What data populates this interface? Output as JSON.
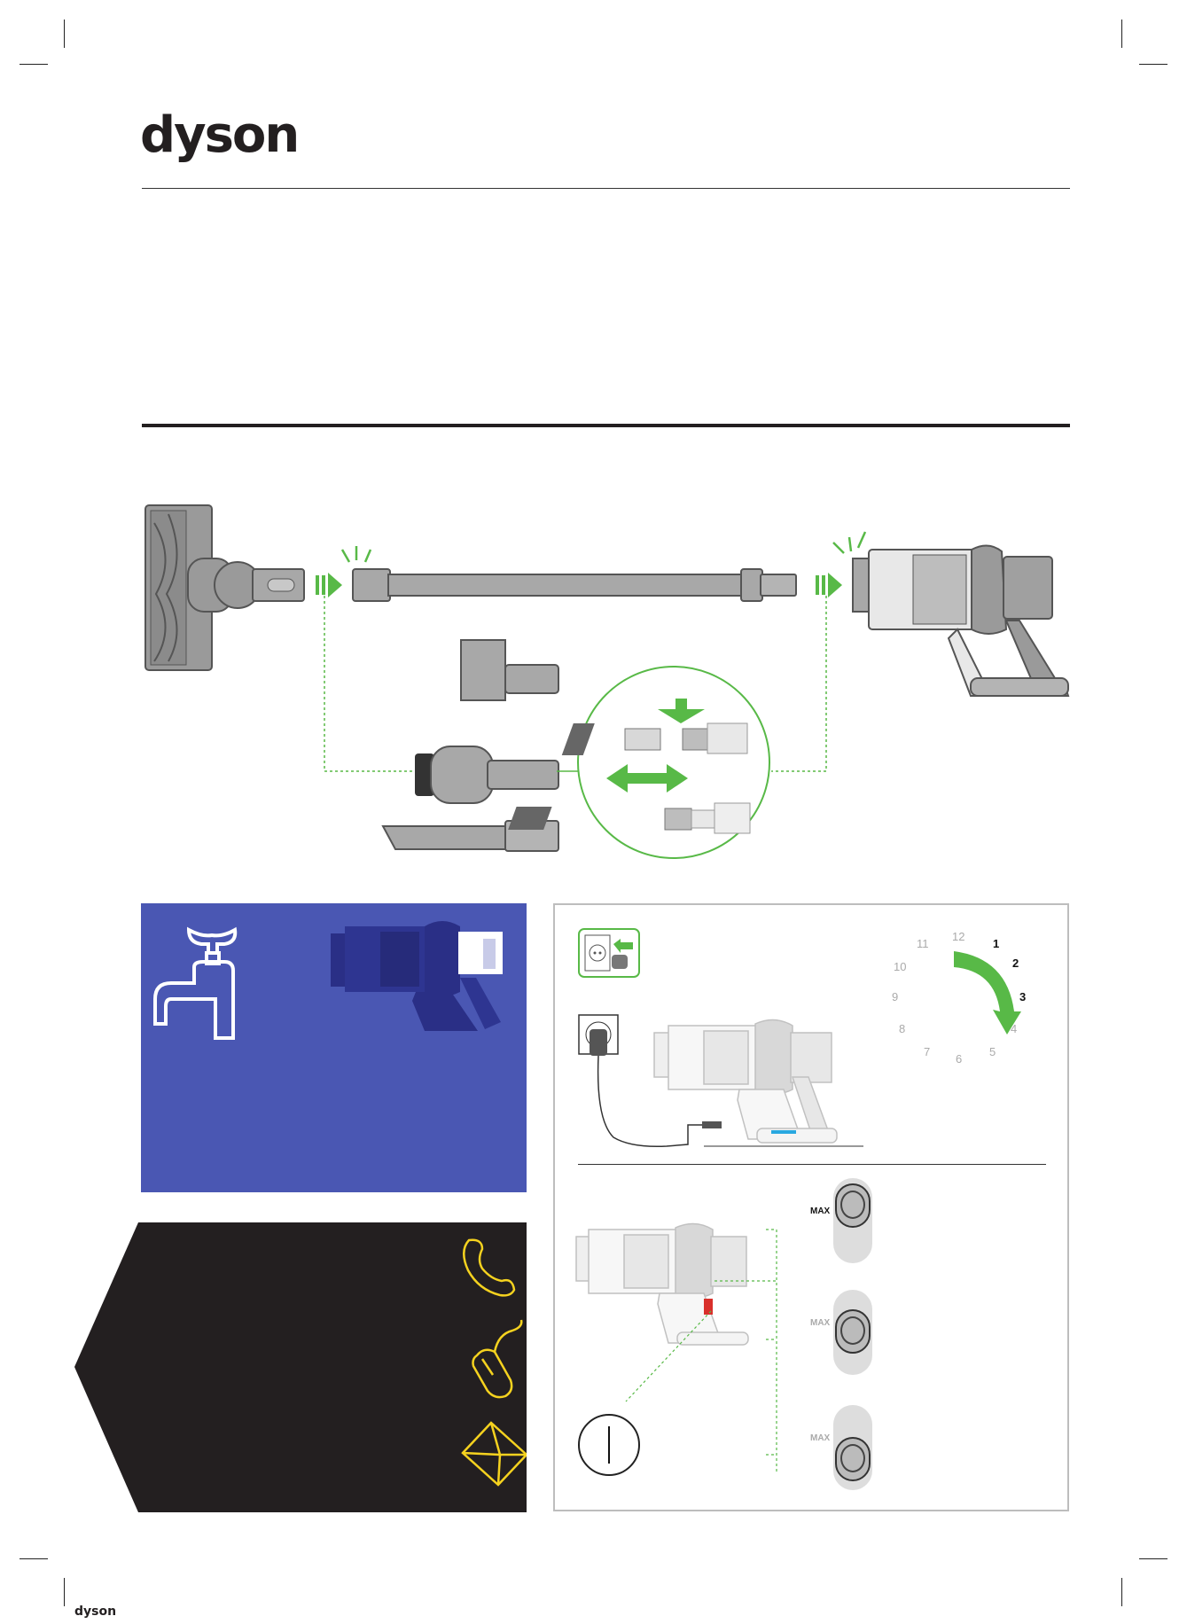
{
  "brand": {
    "logo_text": "dyson",
    "footer_logo_text": "dyson"
  },
  "colors": {
    "accent_green": "#58b947",
    "panel_blue": "#4a57b3",
    "panel_dark": "#231f20",
    "icon_yellow": "#f5d21f",
    "charge_blue": "#29a8e0",
    "trigger_red": "#d9302b"
  },
  "clock": {
    "numbers": [
      "12",
      "1",
      "2",
      "3",
      "4",
      "5",
      "6",
      "7",
      "8",
      "9",
      "10",
      "11"
    ],
    "highlighted": [
      "1",
      "2",
      "3"
    ]
  },
  "power_modes": [
    {
      "label": "MAX",
      "active": true
    },
    {
      "label": "MAX",
      "active": false
    },
    {
      "label": "MAX",
      "active": false
    }
  ],
  "contact_icons": [
    "phone-icon",
    "mouse-icon",
    "envelope-icon"
  ]
}
